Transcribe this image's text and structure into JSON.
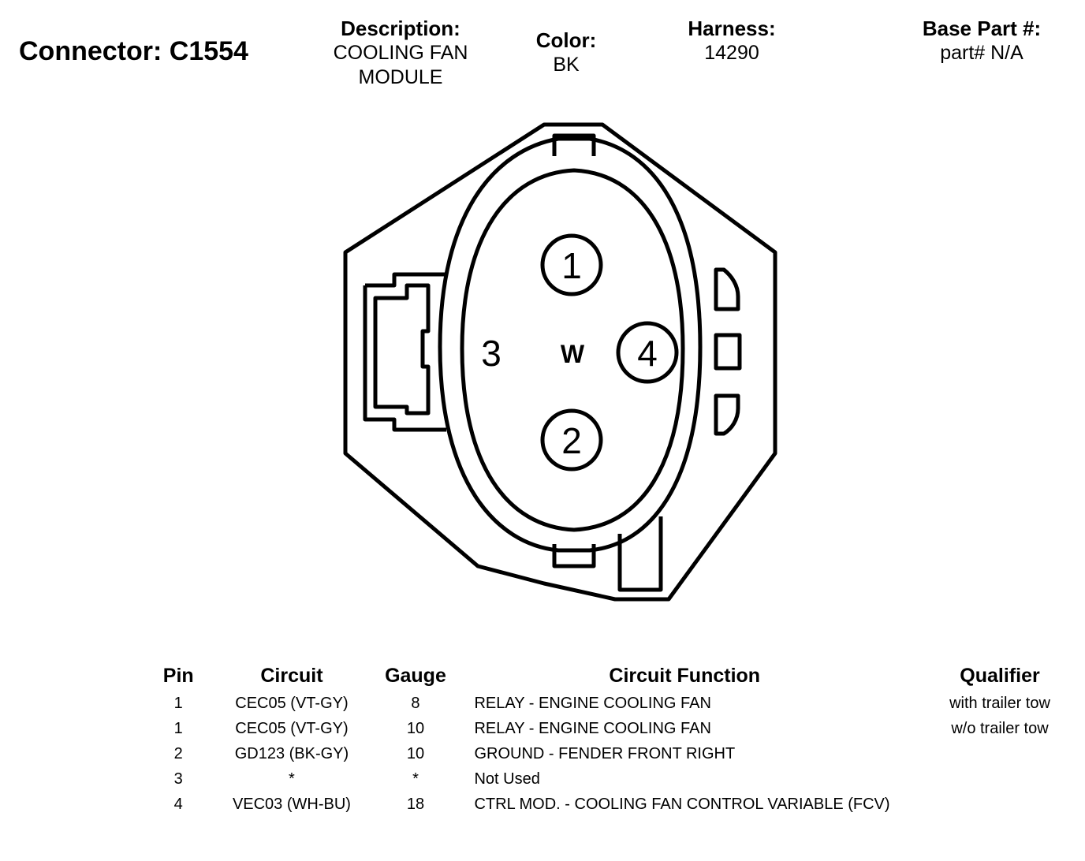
{
  "header": {
    "connector_title": "Connector: C1554",
    "description": {
      "label": "Description:",
      "value_line1": "COOLING FAN",
      "value_line2": "MODULE"
    },
    "color": {
      "label": "Color:",
      "value": "BK"
    },
    "harness": {
      "label": "Harness:",
      "value": "14290"
    },
    "base_part": {
      "label": "Base Part #:",
      "value": "part# N/A"
    }
  },
  "diagram": {
    "pins": {
      "p1": "1",
      "p2": "2",
      "p3": "3",
      "p4": "4"
    },
    "key_mark": "W"
  },
  "table": {
    "headers": {
      "pin": "Pin",
      "circuit": "Circuit",
      "gauge": "Gauge",
      "function": "Circuit Function",
      "qualifier": "Qualifier"
    },
    "rows": [
      {
        "pin": "1",
        "circuit": "CEC05 (VT-GY)",
        "gauge": "8",
        "function": "RELAY - ENGINE COOLING FAN",
        "qualifier": "with trailer tow"
      },
      {
        "pin": "1",
        "circuit": "CEC05 (VT-GY)",
        "gauge": "10",
        "function": "RELAY - ENGINE COOLING FAN",
        "qualifier": "w/o trailer tow"
      },
      {
        "pin": "2",
        "circuit": "GD123 (BK-GY)",
        "gauge": "10",
        "function": "GROUND - FENDER FRONT RIGHT",
        "qualifier": ""
      },
      {
        "pin": "3",
        "circuit": "*",
        "gauge": "*",
        "function": "Not Used",
        "qualifier": ""
      },
      {
        "pin": "4",
        "circuit": "VEC03 (WH-BU)",
        "gauge": "18",
        "function": "CTRL MOD. - COOLING FAN CONTROL VARIABLE (FCV)",
        "qualifier": ""
      }
    ]
  }
}
